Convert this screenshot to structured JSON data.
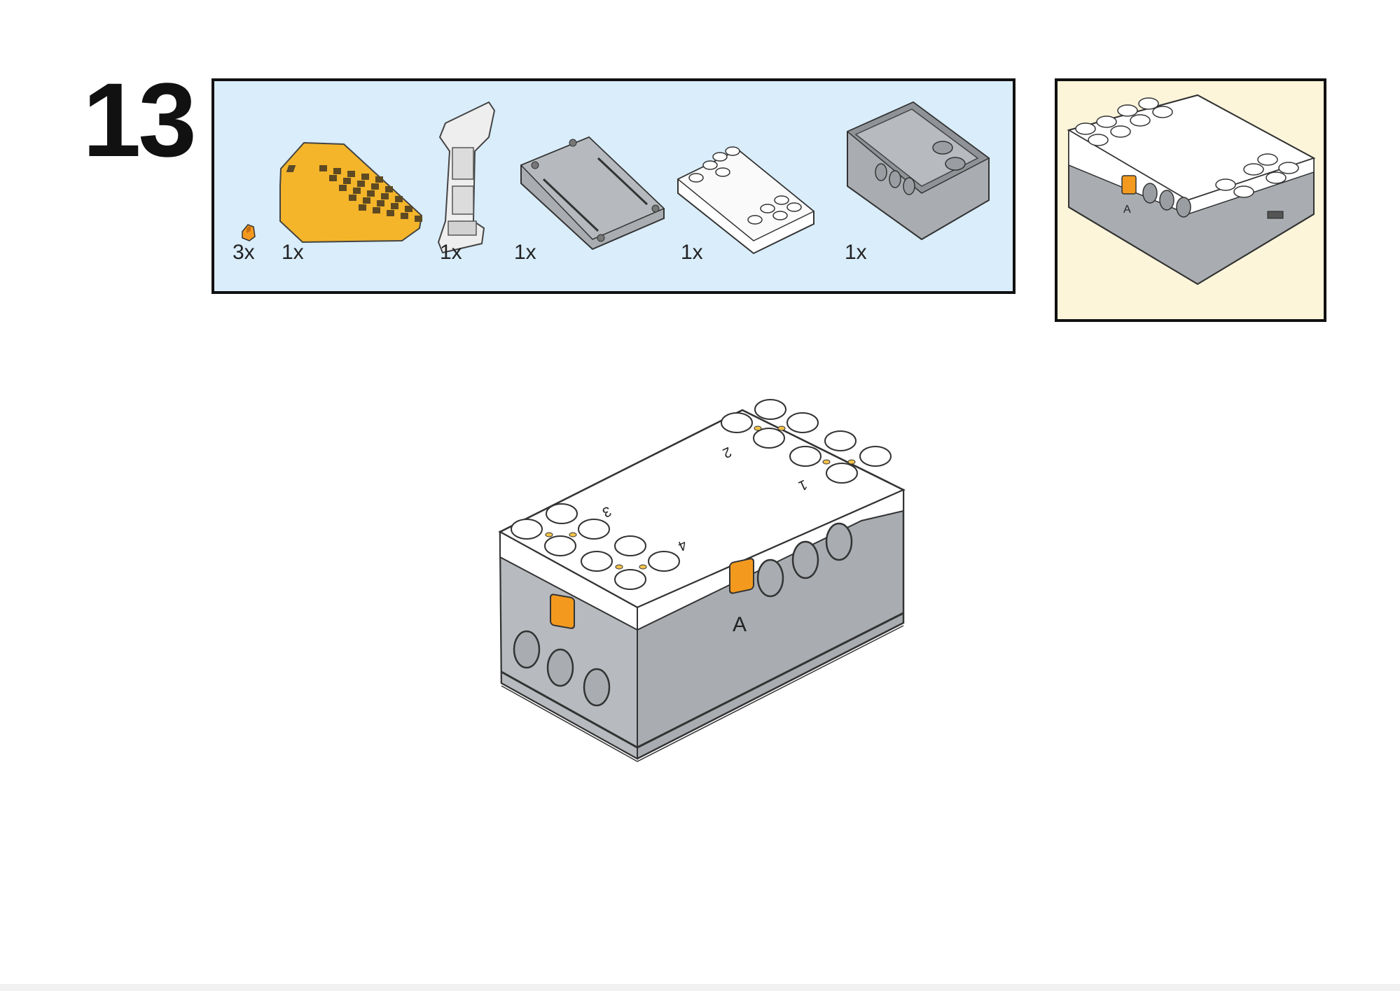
{
  "step": {
    "number": "13"
  },
  "parts": [
    {
      "qty": "3x",
      "name": "orange-connector",
      "color": "#f39a1e"
    },
    {
      "qty": "1x",
      "name": "led-matrix-plate",
      "color": "#f4b52a"
    },
    {
      "qty": "1x",
      "name": "circuit-frame",
      "color": "#e2e2e2"
    },
    {
      "qty": "1x",
      "name": "gray-cover-plate",
      "color": "#a9adb1"
    },
    {
      "qty": "1x",
      "name": "white-top-cover",
      "color": "#ffffff"
    },
    {
      "qty": "1x",
      "name": "gray-housing",
      "color": "#a9adb1"
    }
  ],
  "assembly": {
    "port_a_label": "A",
    "top_labels": [
      "2",
      "1",
      "3",
      "4"
    ],
    "button_color": "#f39a1e",
    "body_color": "#a9adb1",
    "top_color": "#ffffff"
  },
  "result": {
    "port_a_label": "A"
  },
  "colors": {
    "parts_panel_bg": "#d9edfb",
    "result_panel_bg": "#fdf5da",
    "outline": "#111111"
  }
}
